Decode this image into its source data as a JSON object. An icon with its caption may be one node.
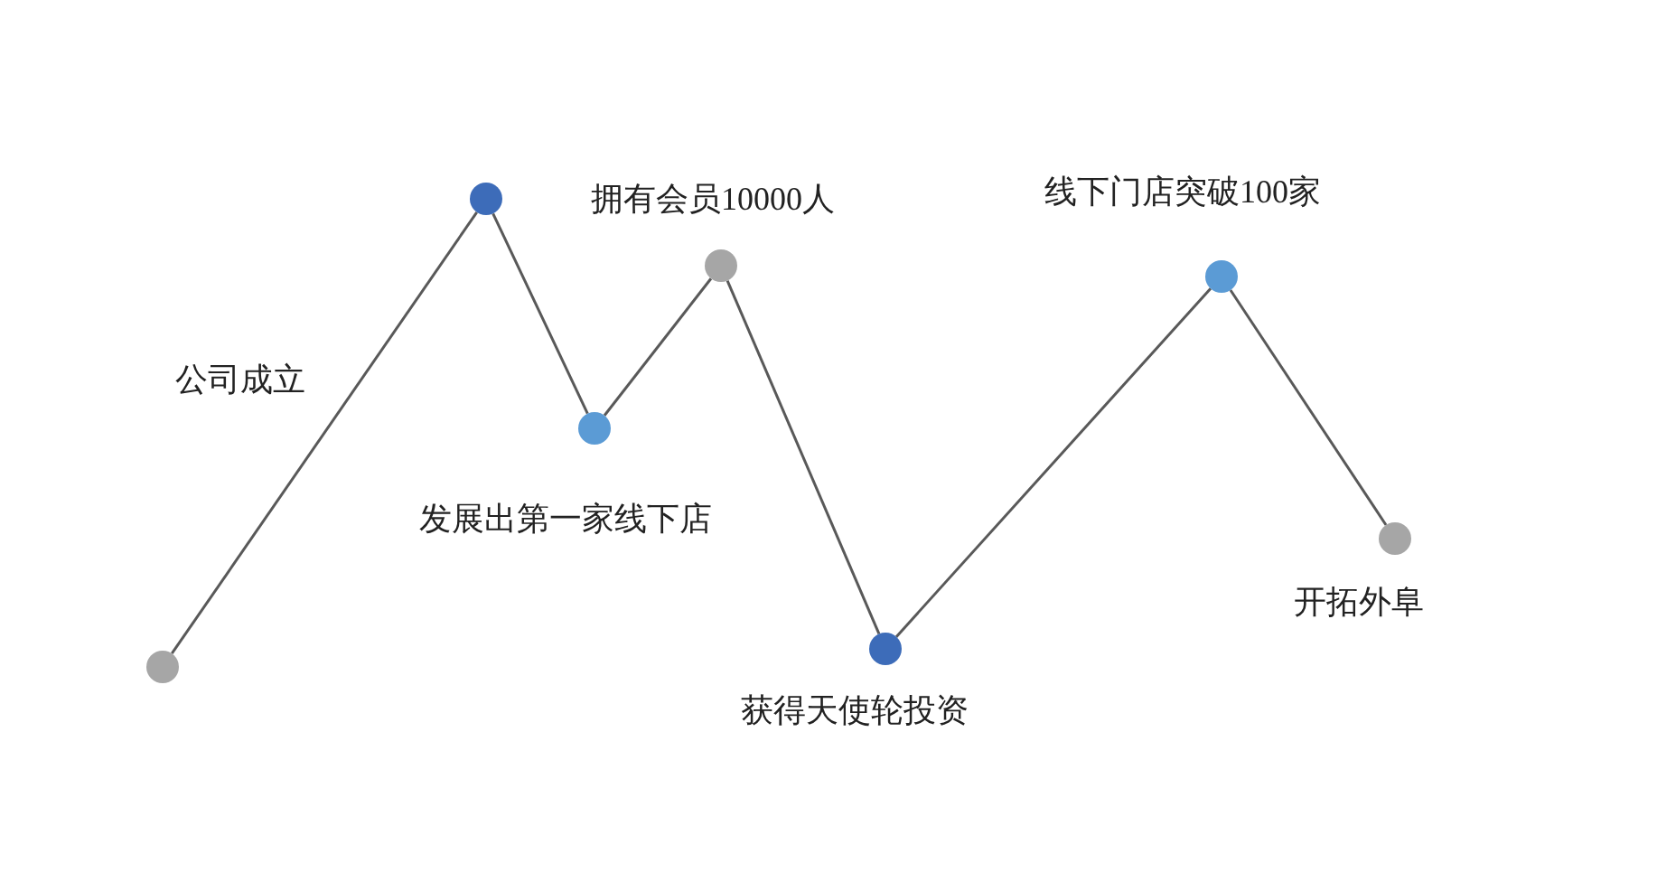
{
  "diagram": {
    "nodes": [
      {
        "text": [],
        "shape": "circle"
      },
      {
        "text": [],
        "shape": "circle"
      },
      {
        "text": [],
        "shape": "circle",
        "beside": [
          "发展出第一家线下店"
        ]
      },
      {
        "text": [],
        "shape": "circle",
        "beside": [
          "拥有会员10000人"
        ]
      },
      {
        "text": [],
        "shape": "circle",
        "beside": [
          "获得天使轮投资"
        ]
      },
      {
        "text": [],
        "shape": "circle",
        "beside": [
          "线下门店突破100家"
        ]
      },
      {
        "text": [],
        "shape": "circle",
        "beside": [
          "开拓外阜"
        ]
      }
    ],
    "edges": [
      {
        "from": 0,
        "to": 1,
        "arrow": "none"
      },
      {
        "from": 1,
        "to": 2,
        "arrow": "none"
      },
      {
        "from": 2,
        "to": 3,
        "arrow": "none"
      },
      {
        "from": 3,
        "to": 4,
        "arrow": "none"
      },
      {
        "from": 4,
        "to": 5,
        "arrow": "none"
      },
      {
        "from": 5,
        "to": 6,
        "arrow": "none"
      }
    ],
    "labels": [
      "公司成立"
    ]
  }
}
